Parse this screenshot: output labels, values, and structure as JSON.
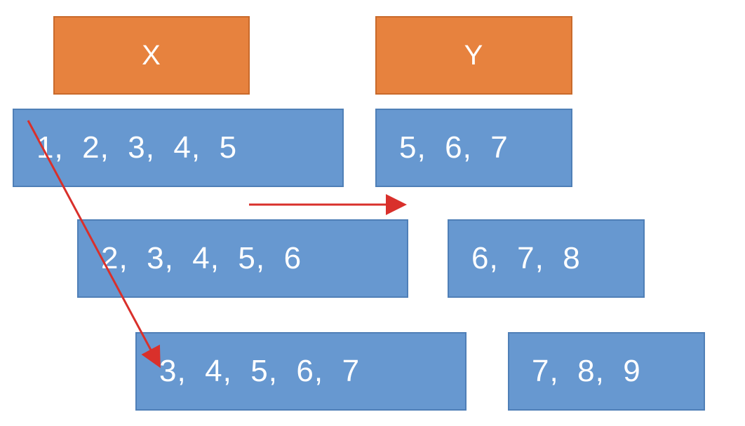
{
  "headers": {
    "x": "X",
    "y": "Y"
  },
  "rows": [
    {
      "x": "1,  2,  3,  4,  5",
      "y": "5,  6,  7"
    },
    {
      "x": "2,  3,  4,  5,  6",
      "y": "6,  7,  8"
    },
    {
      "x": "3,  4,  5,  6,  7",
      "y": "7,  8,  9"
    }
  ],
  "colors": {
    "header_fill": "#e7823e",
    "data_fill": "#6798d0",
    "arrow": "#d9302b"
  }
}
